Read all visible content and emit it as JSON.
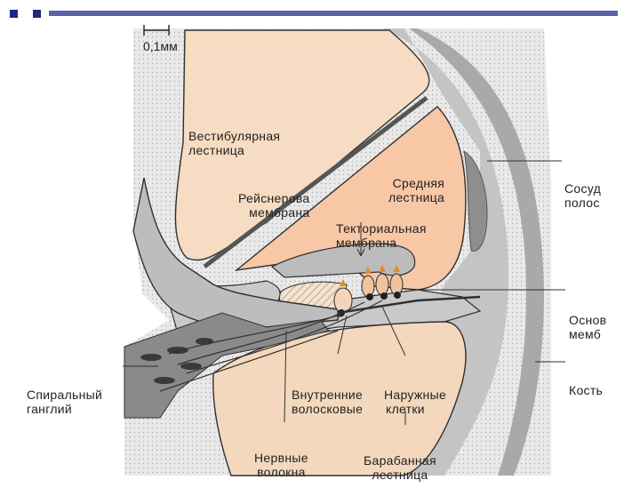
{
  "colors": {
    "vestibular": "#f6dcc2",
    "media": "#f7c7a6",
    "tympani": "#f3d8bd",
    "tissue": "#c7c7c7",
    "tissue_dark": "#9c9c9c",
    "bone": "#e4e4e4",
    "line": "#303030",
    "header_square": "#1c2a80",
    "header_bar": "#5a62a8"
  },
  "scale": {
    "label": "0,1мм"
  },
  "labels": {
    "vestibular": [
      "Вестибулярная",
      "лестница"
    ],
    "reissner": [
      "Рейснерова",
      "мембрана"
    ],
    "media": [
      "Средняя",
      "лестница"
    ],
    "tectorial": [
      "Текториальная",
      "мембрана"
    ],
    "stria": [
      "Сосуд",
      "полос"
    ],
    "basilar": [
      "Основ",
      "мемб"
    ],
    "bone": [
      "Кость"
    ],
    "ganglion": [
      "Спиральный",
      "ганглий"
    ],
    "inner_cells": [
      "Внутренние",
      "волосковые"
    ],
    "outer_cells": [
      "Наружные",
      "клетки"
    ],
    "nerve": [
      "Нервные",
      "волокна"
    ],
    "tympani": [
      "Барабанная",
      "лестница"
    ]
  }
}
